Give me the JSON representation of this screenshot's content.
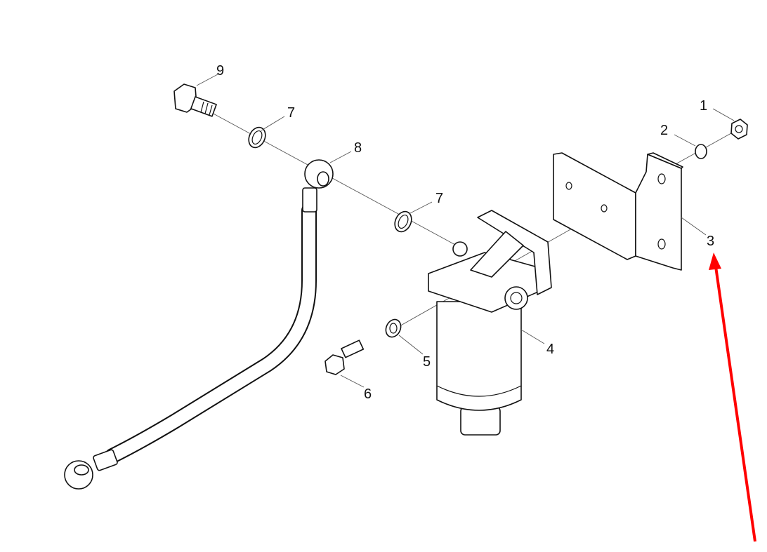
{
  "diagram": {
    "callouts": [
      {
        "id": "1",
        "part": "nut"
      },
      {
        "id": "2",
        "part": "washer"
      },
      {
        "id": "3",
        "part": "bracket"
      },
      {
        "id": "4",
        "part": "filter-assembly"
      },
      {
        "id": "5",
        "part": "washer"
      },
      {
        "id": "6",
        "part": "bolt"
      },
      {
        "id": "7",
        "part": "sealing-washer-upper"
      },
      {
        "id": "7",
        "part": "sealing-washer-lower"
      },
      {
        "id": "8",
        "part": "hose-banjo"
      },
      {
        "id": "9",
        "part": "banjo-bolt"
      }
    ],
    "highlight_color": "#ff0000"
  }
}
